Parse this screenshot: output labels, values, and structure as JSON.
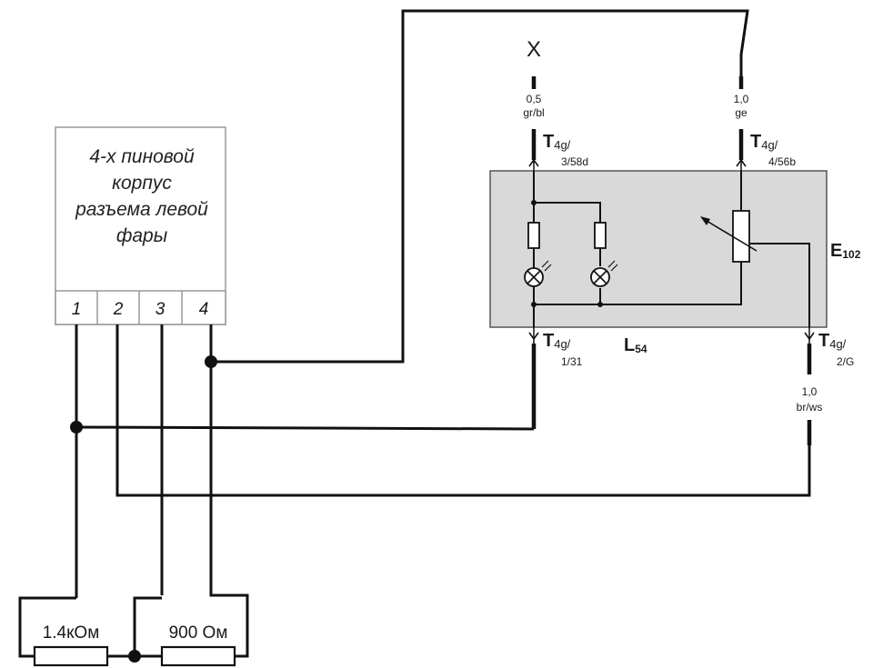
{
  "connector": {
    "title_lines": [
      "4-х пиновой",
      "корпус",
      "разъема левой",
      "фары"
    ],
    "pins": [
      "1",
      "2",
      "3",
      "4"
    ]
  },
  "resistors": {
    "r1": "1.4кОм",
    "r2": "900 Ом"
  },
  "headlight_module": {
    "label_main": "L",
    "label_sub": "54",
    "adjuster_main": "E",
    "adjuster_sub": "102"
  },
  "terminals": {
    "t_top_left": {
      "main": "T",
      "sub": "4g/",
      "pin": "3/58d"
    },
    "t_top_right": {
      "main": "T",
      "sub": "4g/",
      "pin": "4/56b"
    },
    "t_bot_left": {
      "main": "T",
      "sub": "4g/",
      "pin": "1/31"
    },
    "t_bot_right": {
      "main": "T",
      "sub": "4g/",
      "pin": "2/G"
    }
  },
  "wires": {
    "top_left": {
      "gauge": "0,5",
      "color": "gr/bl"
    },
    "top_right": {
      "gauge": "1,0",
      "color": "ge"
    },
    "bot_right": {
      "gauge": "1,0",
      "color": "br/ws"
    }
  },
  "x_label": "X",
  "colors": {
    "line": "#111111",
    "module_fill": "#d9d9d9",
    "module_border": "#555555",
    "box_border": "#999999"
  }
}
